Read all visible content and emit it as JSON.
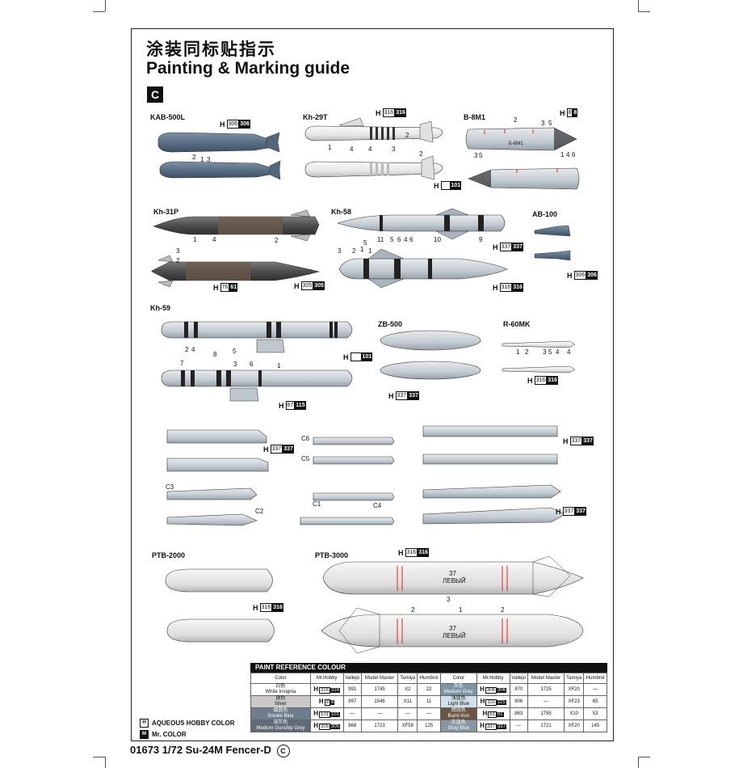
{
  "header": {
    "title_cn": "涂装同标贴指示",
    "title_en": "Painting & Marking guide",
    "section": "C"
  },
  "items": {
    "kab500": {
      "label": "KAB-500L",
      "ref_h": "H",
      "ref_n1": "306",
      "ref_n2": "306",
      "numbers": [
        "2",
        "1",
        "3"
      ]
    },
    "kh29t": {
      "label": "Kh-29T",
      "ref_top_n1": "316",
      "ref_top_n2": "316",
      "ref_bottom_n2": "101",
      "numbers": [
        "1",
        "4",
        "4",
        "3",
        "2",
        "2"
      ]
    },
    "b8m1": {
      "label": "B-8M1",
      "ref_n1": "8",
      "ref_n2": "8",
      "numbers": [
        "2",
        "3",
        "5",
        "3",
        "5",
        "1",
        "4",
        "6"
      ],
      "body_text": "Б-8М1"
    },
    "kh31p": {
      "label": "Kh-31P",
      "ref_a_n1": "76",
      "ref_a_n2": "61",
      "ref_b_n1": "305",
      "ref_b_n2": "305",
      "numbers": [
        "1",
        "4",
        "2",
        "3",
        "2"
      ]
    },
    "kh58": {
      "label": "Kh-58",
      "ref_a_n1": "337",
      "ref_a_n2": "337",
      "ref_b_n1": "316",
      "ref_b_n2": "316",
      "numbers": [
        "11",
        "5",
        "6",
        "4",
        "6",
        "10",
        "9",
        "5",
        "1",
        "3",
        "2",
        "1"
      ]
    },
    "ab100": {
      "label": "AB-100",
      "ref_n1": "306",
      "ref_n2": "306"
    },
    "kh59": {
      "label": "Kh-59",
      "ref_a_n2": "101",
      "ref_b_n1": "67",
      "ref_b_n2": "115",
      "numbers": [
        "2",
        "4",
        "5",
        "7",
        "8",
        "3",
        "6",
        "1"
      ]
    },
    "zb500": {
      "label": "ZB-500",
      "ref_n1": "337",
      "ref_n2": "337"
    },
    "r60mk": {
      "label": "R-60MK",
      "ref_n1": "316",
      "ref_n2": "316",
      "numbers": [
        "1",
        "2",
        "3",
        "5",
        "4",
        "4"
      ]
    },
    "pylons": {
      "ref_a_n1": "337",
      "ref_a_n2": "337",
      "ref_b_n1": "337",
      "ref_b_n2": "337",
      "ref_c_n1": "337",
      "ref_c_n2": "337",
      "labels": [
        "C6",
        "C5",
        "C3",
        "C2",
        "C1",
        "C4"
      ]
    },
    "ptb2000": {
      "label": "PTB-2000",
      "ref_n1": "316",
      "ref_n2": "316"
    },
    "ptb3000": {
      "label": "PTB-3000",
      "ref_n1": "316",
      "ref_n2": "316",
      "numbers": [
        "3",
        "2",
        "1",
        "2"
      ],
      "tank_num": "37",
      "tank_text": "ЛЕВЫЙ"
    }
  },
  "paint_table": {
    "title": "PAINT  REFERENCE COLOUR",
    "headers": [
      "Color",
      "Mr.Hobby",
      "Vallejo",
      "Model Master",
      "Tamiya",
      "Humbrol",
      "Color",
      "Mr.Hobby",
      "Vallejo",
      "Model Master",
      "Tamiya",
      "Humbrol"
    ],
    "rows": [
      {
        "c1_cn": "白色",
        "c1_en": "White Insignia",
        "c1_bg": "#ffffff",
        "h1": "316",
        "v1": "991",
        "mm1": "1745",
        "t1": "X2",
        "hu1": "22",
        "c2_cn": "灰色",
        "c2_en": "Medium Grey",
        "c2_bg": "#7d93a6",
        "h2": "306",
        "v2": "870",
        "mm2": "1725",
        "t2": "XF20",
        "hu2": "—"
      },
      {
        "c1_cn": "银色",
        "c1_en": "Silver",
        "c1_bg": "#c9c9c9",
        "h1": "8",
        "v1": "997",
        "mm1": "1546",
        "t1": "X11",
        "hu1": "11",
        "c2_cn": "浅蓝色",
        "c2_en": "Light Blue",
        "c2_bg": "#cfe0ea",
        "h2": "115",
        "v2": "906",
        "mm2": "—",
        "t2": "XF23",
        "hu2": "65"
      },
      {
        "c1_cn": "烟蓝色",
        "c1_en": "Smoke Blue",
        "c1_bg": "#6f7e8e",
        "h1": "101",
        "v1": "—",
        "mm1": "—",
        "t1": "—",
        "hu1": "—",
        "c2_cn": "燃烧色",
        "c2_en": "Burnt Iron",
        "c2_bg": "#6b5545",
        "h2": "61",
        "v2": "863",
        "mm2": "1795",
        "t2": "X10",
        "hu2": "53"
      },
      {
        "c1_cn": "深灰色",
        "c1_en": "Medium Gunship Grey",
        "c1_bg": "#5f6b78",
        "h1": "305",
        "v1": "868",
        "mm1": "1723",
        "t1": "XF58",
        "hu1": "125",
        "c2_cn": "灰蓝色",
        "c2_en": "Gray Blue",
        "c2_bg": "#8a97a3",
        "h2": "337",
        "v2": "—",
        "mm2": "1721",
        "t2": "XF20",
        "hu2": "145"
      }
    ]
  },
  "legend": {
    "aqueous_box": "H",
    "aqueous_label": "AQUEOUS HOBBY COLOR",
    "mr_box": "M",
    "mr_label": "Mr. COLOR"
  },
  "footer": {
    "text": "01673  1/72 Su-24M Fencer-D",
    "mark": "C"
  },
  "colors": {
    "gunship": "#5f6e80",
    "smoke_blue": "#6f7e8e",
    "light_grey": "#d6d9dc",
    "gray_blue": "#a8b3bd",
    "white": "#f2f2f2",
    "dark": "#222"
  }
}
